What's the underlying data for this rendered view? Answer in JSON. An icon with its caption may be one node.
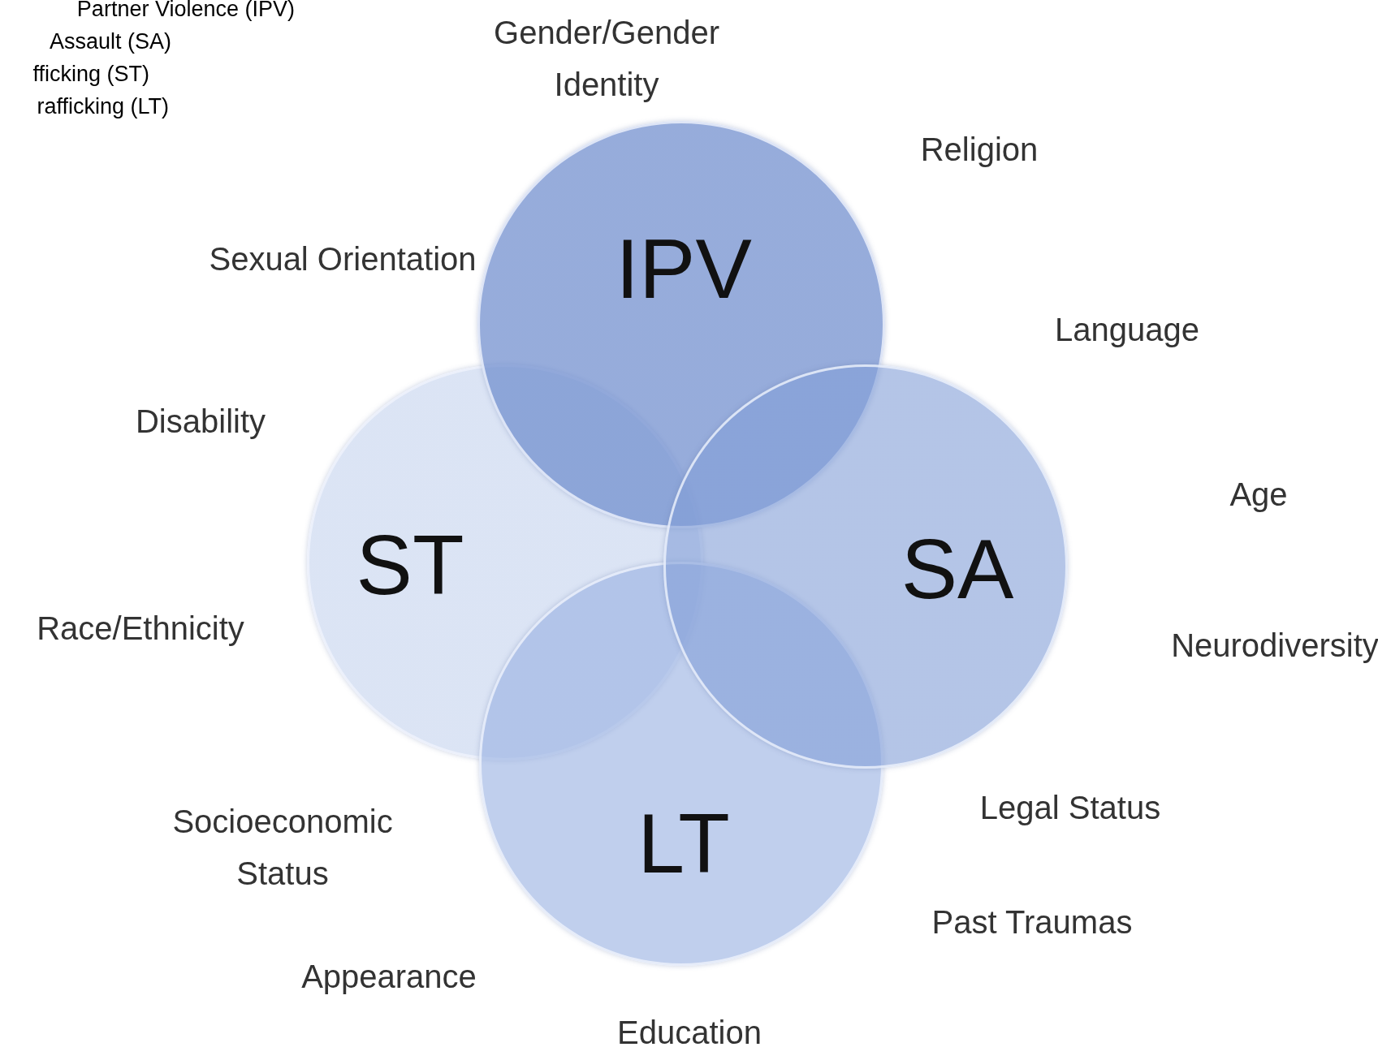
{
  "diagram": {
    "nodes": [
      {
        "text": [
          "IPV"
        ]
      },
      {
        "text": [
          "ST"
        ]
      },
      {
        "text": [
          "SA"
        ]
      },
      {
        "text": [
          "LT"
        ]
      }
    ],
    "labels": [
      "Partner Violence (IPV)",
      "Assault (SA)",
      "fficking (ST)",
      "rafficking (LT)",
      "Gender/Gender Identity",
      "Religion",
      "Sexual Orientation",
      "Language",
      "Disability",
      "Age",
      "Race/Ethnicity",
      "Neurodiversity",
      "Socioeconomic Status",
      "Legal Status",
      "Past Traumas",
      "Appearance",
      "Education"
    ]
  }
}
